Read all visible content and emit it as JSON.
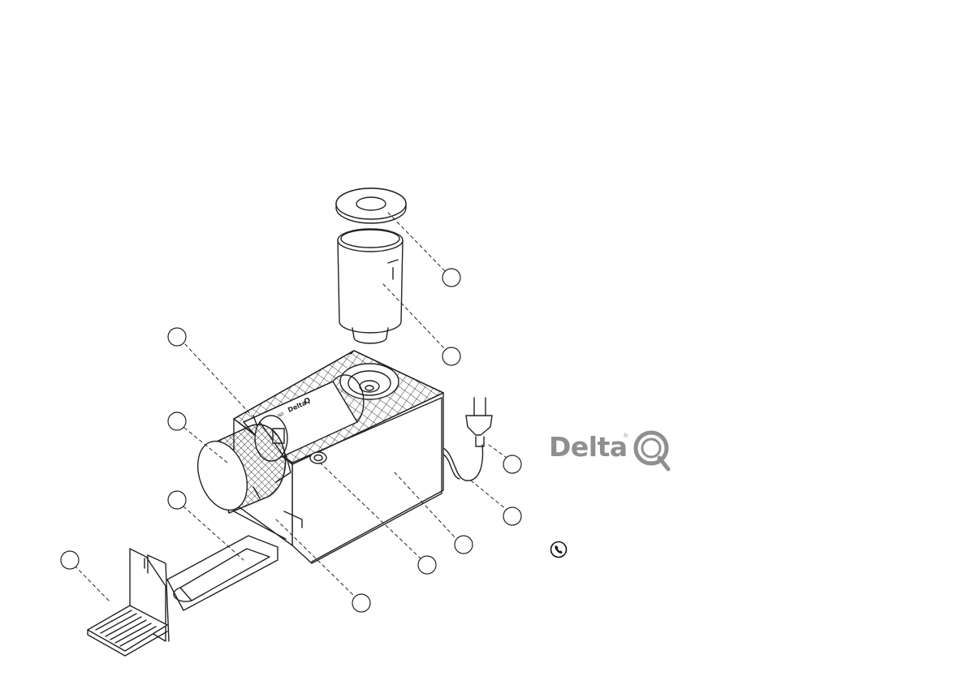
{
  "brand": {
    "logo_text": "Delta",
    "logo_mark": "Q",
    "registered": "®",
    "color": "#8f8f8f"
  },
  "machine": {
    "body_label": "Delta",
    "body_mark": "Q",
    "small_label": "NO"
  },
  "icons": {
    "contact": "phone-icon"
  },
  "line_color": "#222222",
  "callout_count": 11
}
